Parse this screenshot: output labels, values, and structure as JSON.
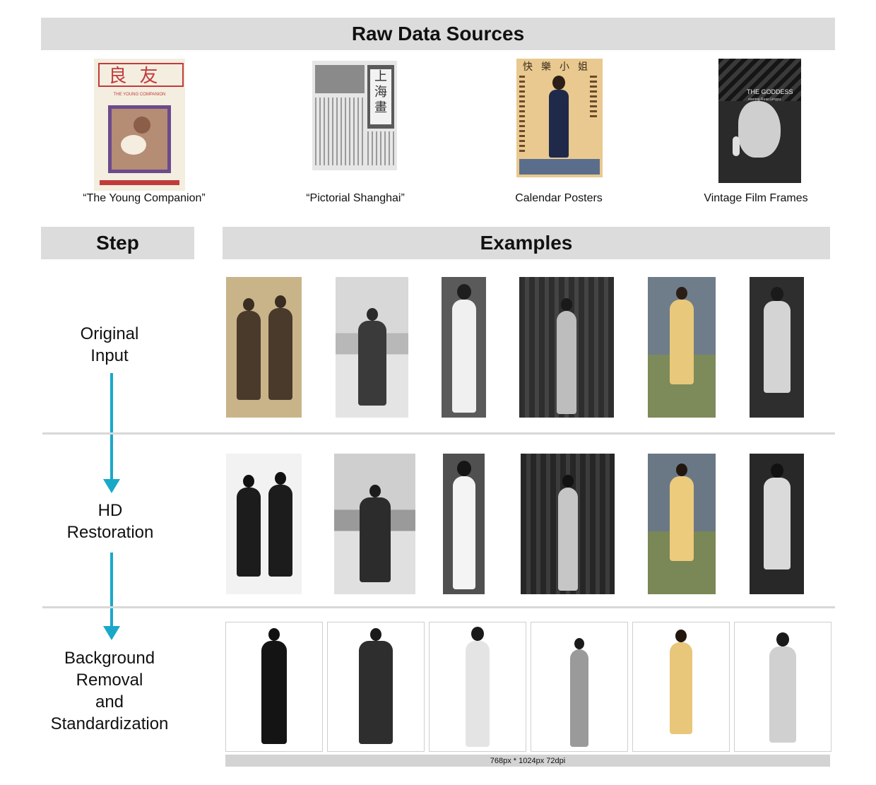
{
  "header": {
    "title": "Raw Data Sources"
  },
  "sources": [
    {
      "caption": "“The Young Companion”",
      "icon": "magazine-cover-image"
    },
    {
      "caption": "“Pictorial Shanghai”",
      "icon": "newspaper-page-image"
    },
    {
      "caption": "Calendar Posters",
      "icon": "calendar-poster-image"
    },
    {
      "caption": "Vintage Film Frames",
      "icon": "film-still-image"
    }
  ],
  "magazine": {
    "title_glyphs": "良友",
    "english": "THE YOUNG COMPANION"
  },
  "poster": {
    "title_glyphs": "快樂小姐"
  },
  "film": {
    "title": "THE GODDESS",
    "subtitle": "starring Ruan Lingyu"
  },
  "table": {
    "step_header": "Step",
    "examples_header": "Examples",
    "steps": [
      {
        "label_line1": "Original",
        "label_line2": "Input"
      },
      {
        "label_line1": "HD",
        "label_line2": "Restoration"
      },
      {
        "label_line1": "Background",
        "label_line2": "Removal",
        "label_line3": "and",
        "label_line4": "Standardization"
      }
    ]
  },
  "footer": {
    "dimensions": "768px * 1024px  72dpi"
  },
  "colors": {
    "arrow": "#1aa8c8",
    "header_bar": "#dcdcdc",
    "separator": "#d8d8d8"
  }
}
